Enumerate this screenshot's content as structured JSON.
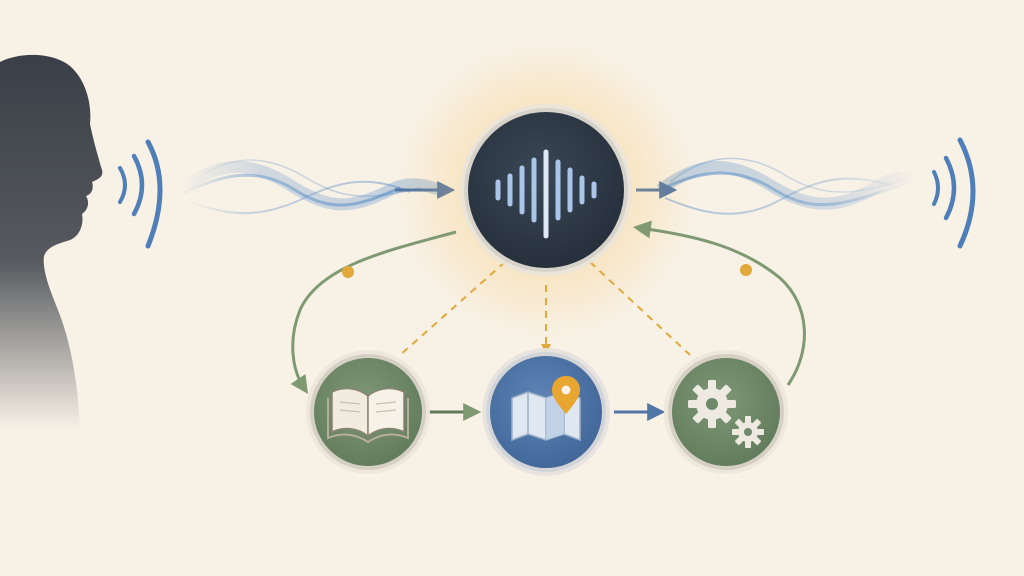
{
  "colors": {
    "background": "#f8f1e6",
    "silhouette": "#3a3f47",
    "wave_blue": "#5b8fc9",
    "hub_dark": "#2f3a48",
    "hub_bars": "#a9c6ea",
    "hub_glow": "#f6c35a",
    "node_green": "#6f8a69",
    "node_blue": "#4f74a6",
    "connector_green": "#7f9a72",
    "connector_blue": "#4f74a6",
    "dashed_gold": "#e0a93a",
    "pin_gold": "#e8a631"
  },
  "nodes": [
    {
      "id": "speaker",
      "icon": "person-silhouette-icon"
    },
    {
      "id": "hub",
      "icon": "voice-waveform-icon"
    },
    {
      "id": "knowledge",
      "icon": "open-book-icon"
    },
    {
      "id": "planning",
      "icon": "map-pin-icon"
    },
    {
      "id": "action",
      "icon": "gears-icon"
    }
  ]
}
